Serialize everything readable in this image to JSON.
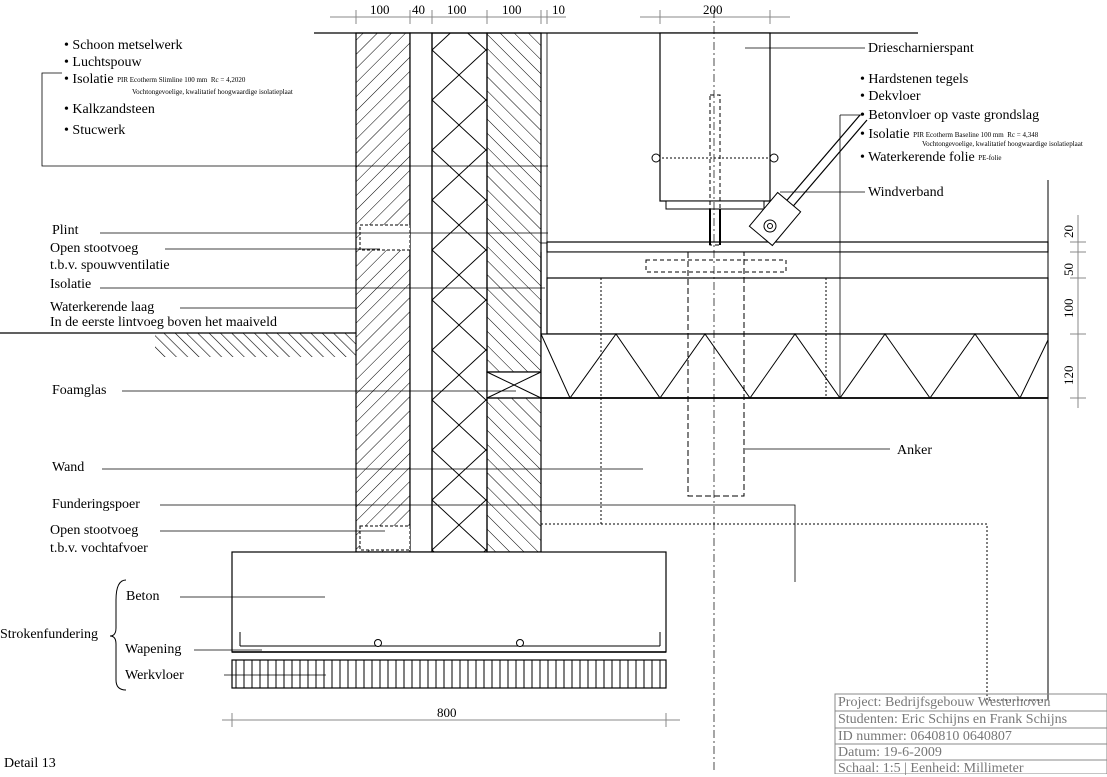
{
  "dimensions_top": [
    "100",
    "40",
    "100",
    "100",
    "10",
    "200"
  ],
  "dimensions_right": [
    "20",
    "50",
    "100",
    "120"
  ],
  "dimension_bottom": "800",
  "labels": {
    "schoon_metselwerk": "Schoon metselwerk",
    "luchtspouw": "Luchtspouw",
    "isolatie_wall": "Isolatie",
    "isolatie_wall_spec": "PIR Ecotherm Slimline   100 mm",
    "isolatie_wall_rc": "Rc = 4,2020",
    "isolatie_wall_note": "Vochtongevoelige, kwalitatief hoogwaardige isolatieplaat",
    "kalkzandsteen": "Kalkzandsteen",
    "stucwerk": "Stucwerk",
    "driescharnierspant": "Driescharnierspant",
    "hardstenen_tegels": "Hardstenen tegels",
    "dekvloer": "Dekvloer",
    "betonvloer": "Betonvloer op vaste grondslag",
    "isolatie_floor": "Isolatie",
    "isolatie_floor_spec": "PIR Ecotherm Baseline   100 mm",
    "isolatie_floor_rc": "Rc = 4,348",
    "isolatie_floor_note": "Vochtongevoelige, kwalitatief hoogwaardige isolatieplaat",
    "waterkerende_folie": "Waterkerende folie",
    "pe_folie": "PE-folie",
    "windverband": "Windverband",
    "plint": "Plint",
    "open_stootvoeg_1": "Open stootvoeg",
    "spouwventilatie": "t.b.v. spouwventilatie",
    "isolatie_left": "Isolatie",
    "waterkerende_laag": "Waterkerende laag",
    "lintvoeg": "In de eerste lintvoeg boven het maaiveld",
    "foamglas": "Foamglas",
    "anker": "Anker",
    "wand": "Wand",
    "funderingspoer": "Funderingspoer",
    "open_stootvoeg_2": "Open stootvoeg",
    "vochtafvoer": "t.b.v. vochtafvoer",
    "beton": "Beton",
    "strokenfundering": "Strokenfundering",
    "wapening": "Wapening",
    "werkvloer": "Werkvloer",
    "detail": "Detail 13"
  },
  "title_block": {
    "project": "Project: Bedrijfsgebouw Westerhoven",
    "studenten": "Studenten: Eric Schijns en Frank Schijns",
    "id": "ID nummer: 0640810      0640807",
    "datum": "Datum: 19-6-2009",
    "schaal": "Schaal:     1:5   |  Eenheid: Millimeter"
  },
  "colors": {
    "ink": "#000000",
    "titleblock_text": "#777777"
  }
}
